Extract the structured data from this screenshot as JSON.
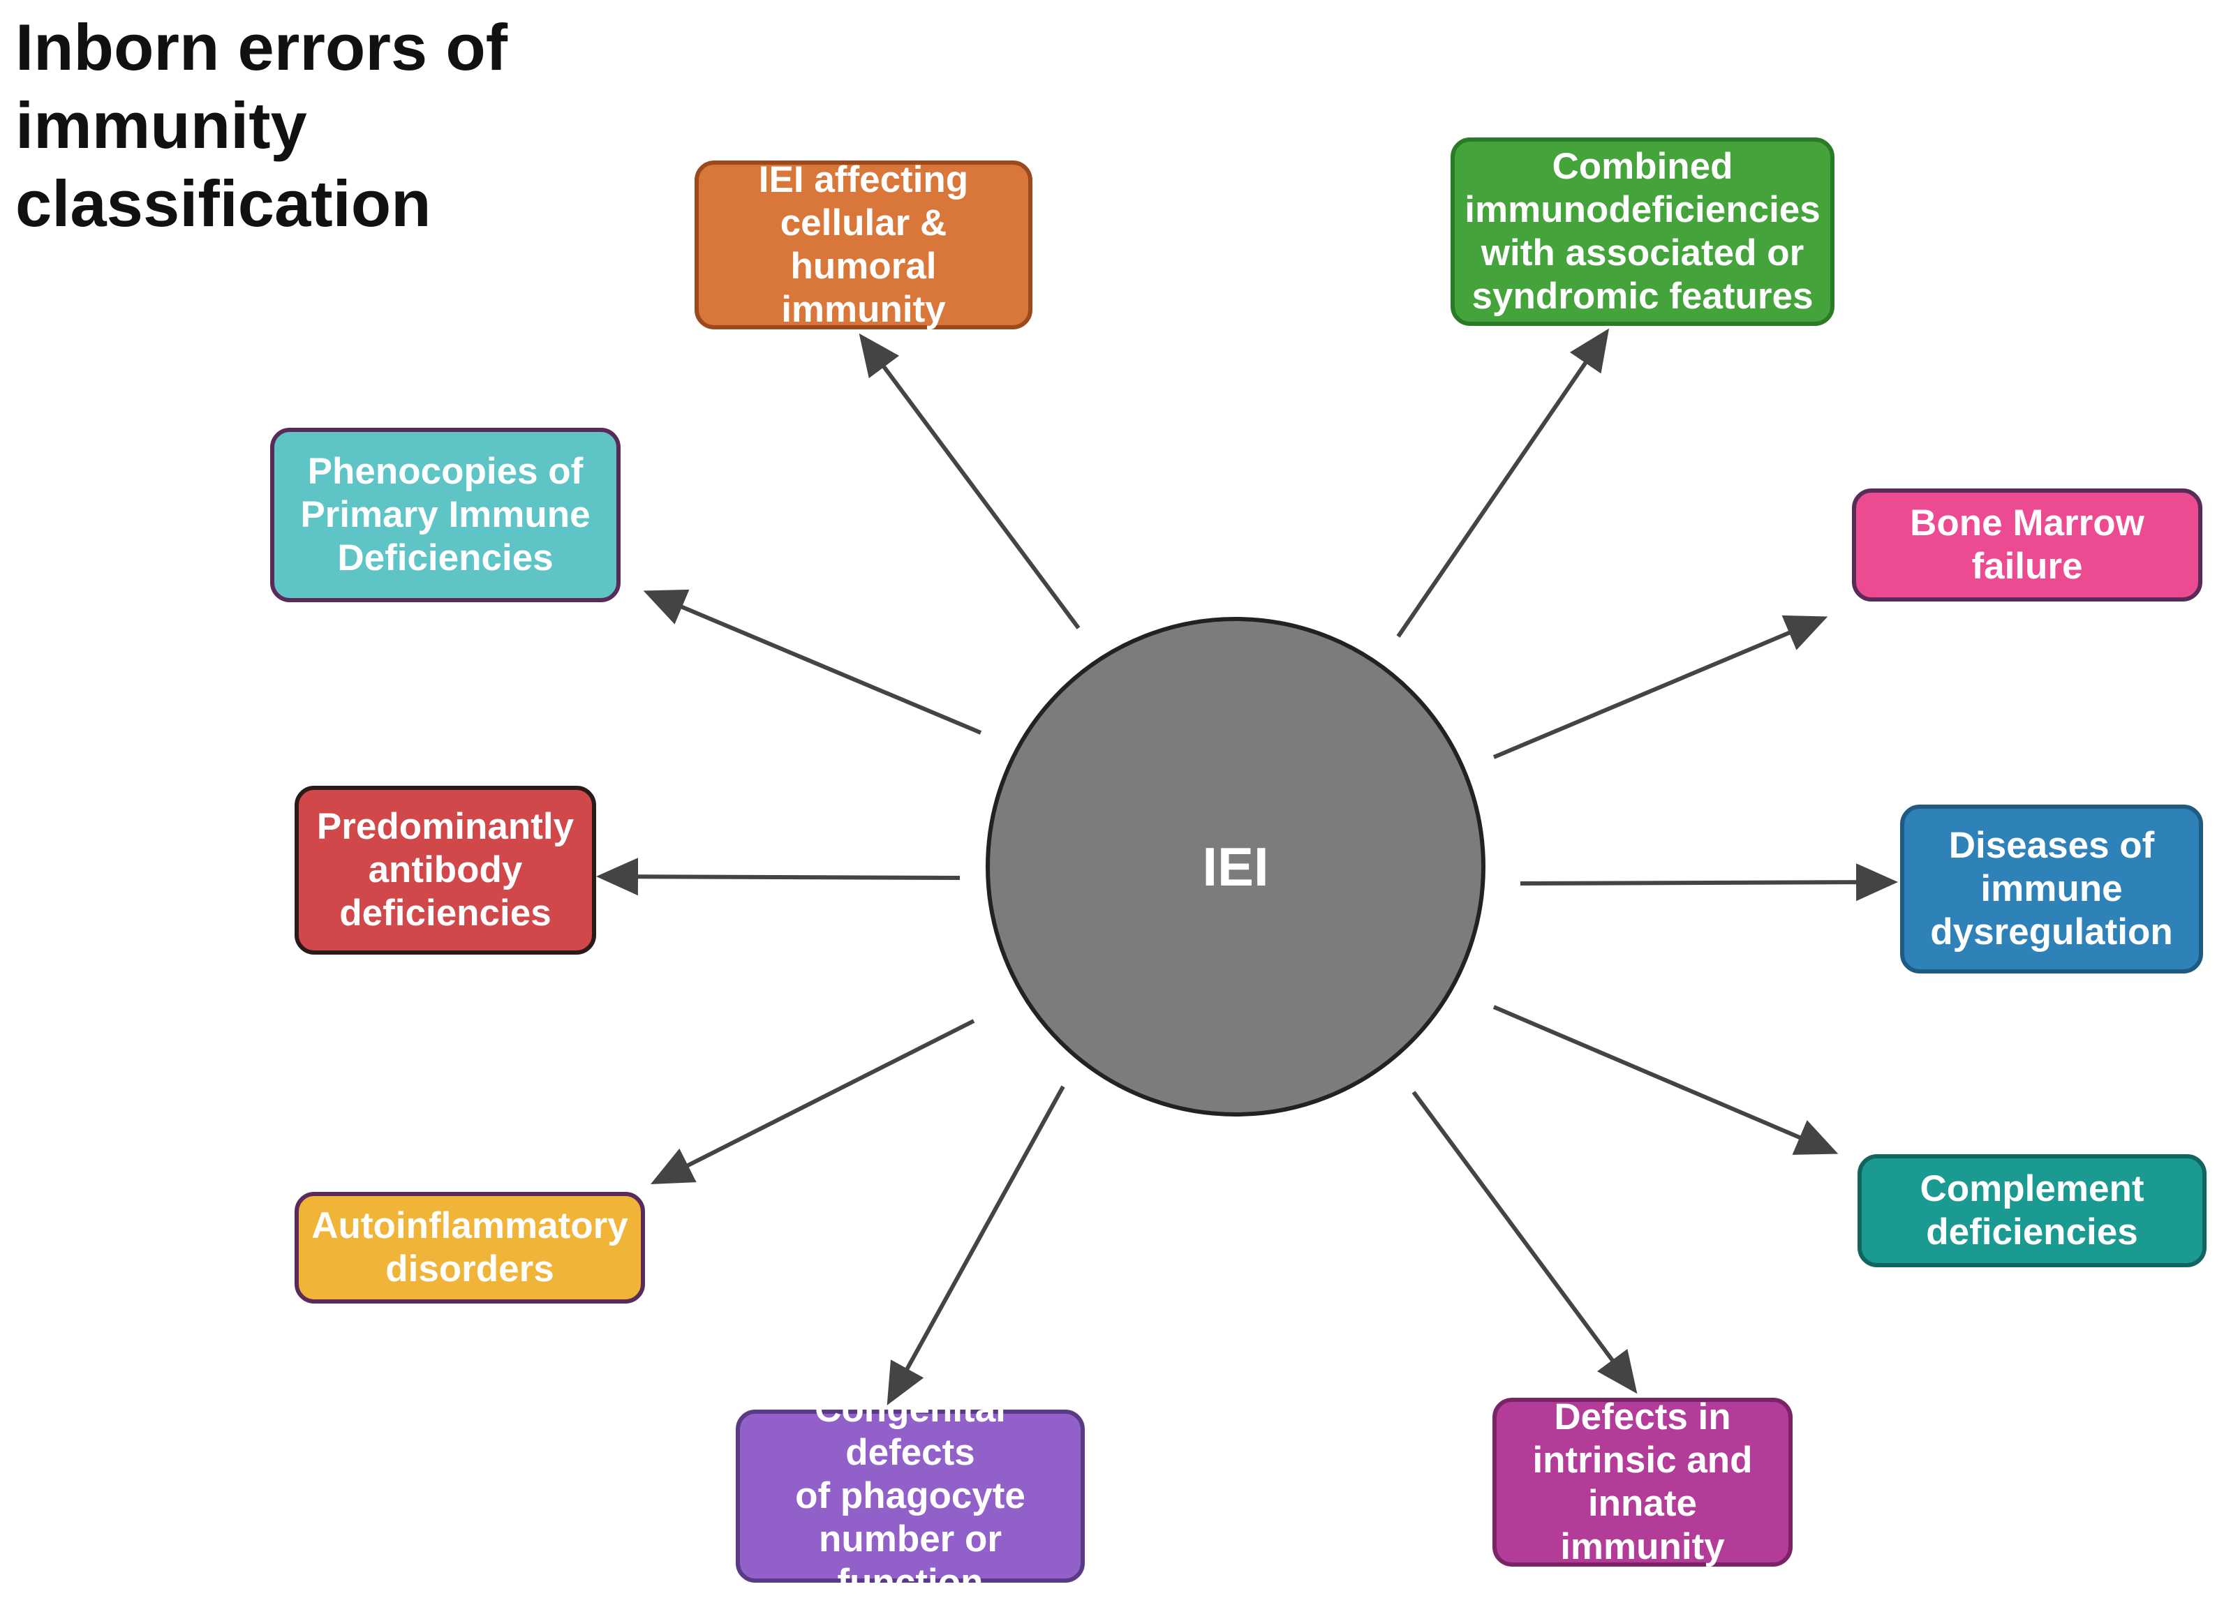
{
  "title": {
    "lines": [
      "Inborn errors of",
      "immunity",
      "classification"
    ]
  },
  "hub": {
    "label": "IEI",
    "fill": "#7c7c7c"
  },
  "categories": [
    {
      "key": "cellular-humoral",
      "lines": [
        "IEI affecting",
        "cellular &",
        "humoral immunity"
      ],
      "fill": "#d9773a",
      "border": "#9a4a1d"
    },
    {
      "key": "combined-syndromic",
      "lines": [
        "Combined",
        "immunodeficiencies",
        "with associated or",
        "syndromic features"
      ],
      "fill": "#44a33b",
      "border": "#2b7a25"
    },
    {
      "key": "bone-marrow-failure",
      "lines": [
        "Bone Marrow",
        "failure"
      ],
      "fill": "#ec4a91",
      "border": "#5a2a58"
    },
    {
      "key": "immune-dysregulation",
      "lines": [
        "Diseases of",
        "immune",
        "dysregulation"
      ],
      "fill": "#2f82b8",
      "border": "#1f5a82"
    },
    {
      "key": "complement",
      "lines": [
        "Complement",
        "deficiencies"
      ],
      "fill": "#1a9a90",
      "border": "#12645e"
    },
    {
      "key": "intrinsic-innate",
      "lines": [
        "Defects in",
        "intrinsic and",
        "innate immunity"
      ],
      "fill": "#b23c98",
      "border": "#7a2466"
    },
    {
      "key": "phagocyte",
      "lines": [
        "Congenital defects",
        "of phagocyte",
        "number or function"
      ],
      "fill": "#9160c8",
      "border": "#5a3a86"
    },
    {
      "key": "autoinflammatory",
      "lines": [
        "Autoinflammatory",
        "disorders"
      ],
      "fill": "#f0b538",
      "border": "#5a2a58"
    },
    {
      "key": "antibody",
      "lines": [
        "Predominantly",
        "antibody",
        "deficiencies"
      ],
      "fill": "#d0484a",
      "border": "#2b1a1a"
    },
    {
      "key": "phenocopies",
      "lines": [
        "Phenocopies of",
        "Primary Immune",
        "Deficiencies"
      ],
      "fill": "#5fc4c6",
      "border": "#5a2a58"
    }
  ],
  "arrow_color": "#444444"
}
